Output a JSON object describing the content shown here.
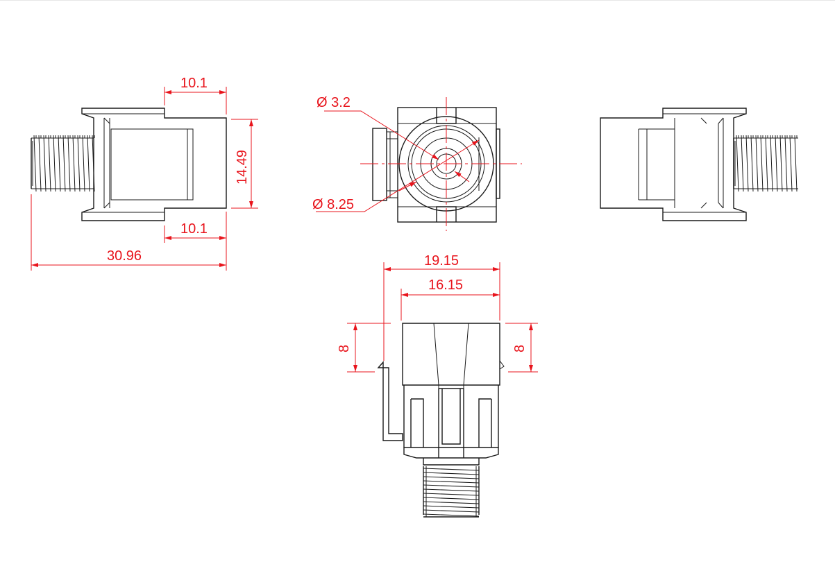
{
  "dimensions": {
    "side_top_width": "10.1",
    "side_height": "14.49",
    "side_bottom_width": "10.1",
    "overall_length": "30.96",
    "inner_diameter": "Ø 3.2",
    "outer_diameter": "Ø 8.25",
    "bottom_overall_width": "19.15",
    "bottom_body_width": "16.15",
    "bottom_left_height": "8",
    "bottom_right_height": "8"
  },
  "colors": {
    "outline": "#1a1a1a",
    "dimension": "#e8141c"
  }
}
